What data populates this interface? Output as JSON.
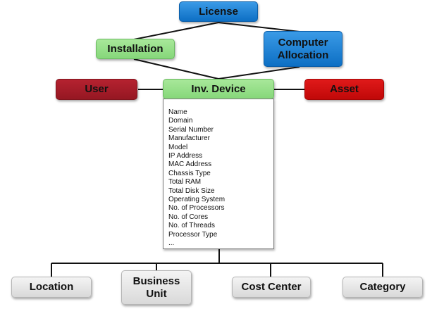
{
  "nodes": {
    "license": "License",
    "installation": "Installation",
    "computer_allocation": "Computer Allocation",
    "user": "User",
    "inv_device": "Inv. Device",
    "asset": "Asset",
    "location": "Location",
    "business_unit": "Business Unit",
    "cost_center": "Cost Center",
    "category": "Category"
  },
  "attributes": [
    "Name",
    "Domain",
    "Serial Number",
    "Manufacturer",
    "Model",
    "IP Address",
    "MAC Address",
    "Chassis Type",
    "Total RAM",
    "Total Disk Size",
    "Operating System",
    "No. of Processors",
    "No. of Cores",
    "No. of Threads",
    "Processor Type",
    "..."
  ],
  "colors": {
    "blue": "#1b7fd4",
    "green": "#92dd84",
    "dark_red": "#a51c28",
    "red": "#d01010",
    "gray": "#e6e6e6"
  }
}
